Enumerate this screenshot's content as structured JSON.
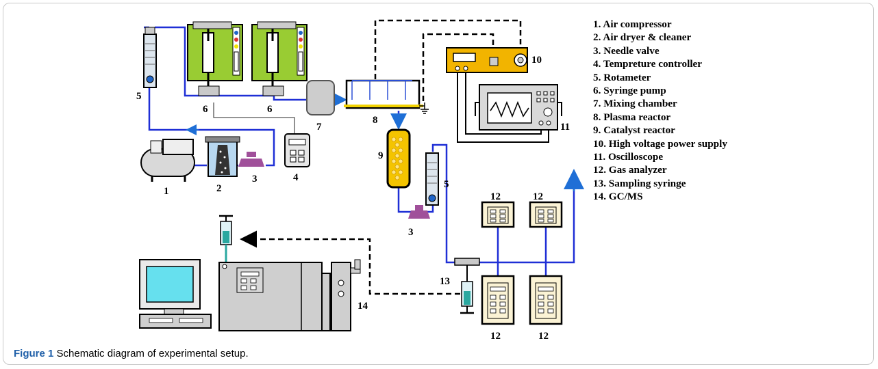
{
  "legend": [
    "1. Air compressor",
    "2. Air dryer & cleaner",
    "3. Needle valve",
    "4. Tempreture controller",
    "5. Rotameter",
    "6. Syringe pump",
    "7. Mixing chamber",
    "8. Plasma reactor",
    "9. Catalyst reactor",
    "10. High voltage power supply",
    "11. Oscilloscope",
    "12. Gas analyzer",
    "13. Sampling syringe",
    "14. GC/MS"
  ],
  "labels": {
    "n1": "1",
    "n2": "2",
    "n3a": "3",
    "n3b": "3",
    "n4": "4",
    "n5a": "5",
    "n5b": "5",
    "n6a": "6",
    "n6b": "6",
    "n7": "7",
    "n8": "8",
    "n9": "9",
    "n10": "10",
    "n11": "11",
    "n12a": "12",
    "n12b": "12",
    "n12c": "12",
    "n12d": "12",
    "n13": "13",
    "n14": "14"
  },
  "caption": {
    "label": "Figure 1",
    "text": " Schematic diagram of experimental setup."
  },
  "colors": {
    "gas_line": "#1f2fd6",
    "signal_line": "#000000",
    "syringe_pump": "#99cc33",
    "power_supply": "#f2b400",
    "catalyst": "#f4c400",
    "analyzer_bg": "#fbf3d5",
    "screen": "#66e0ee",
    "caption_label": "#1f5fa8"
  }
}
